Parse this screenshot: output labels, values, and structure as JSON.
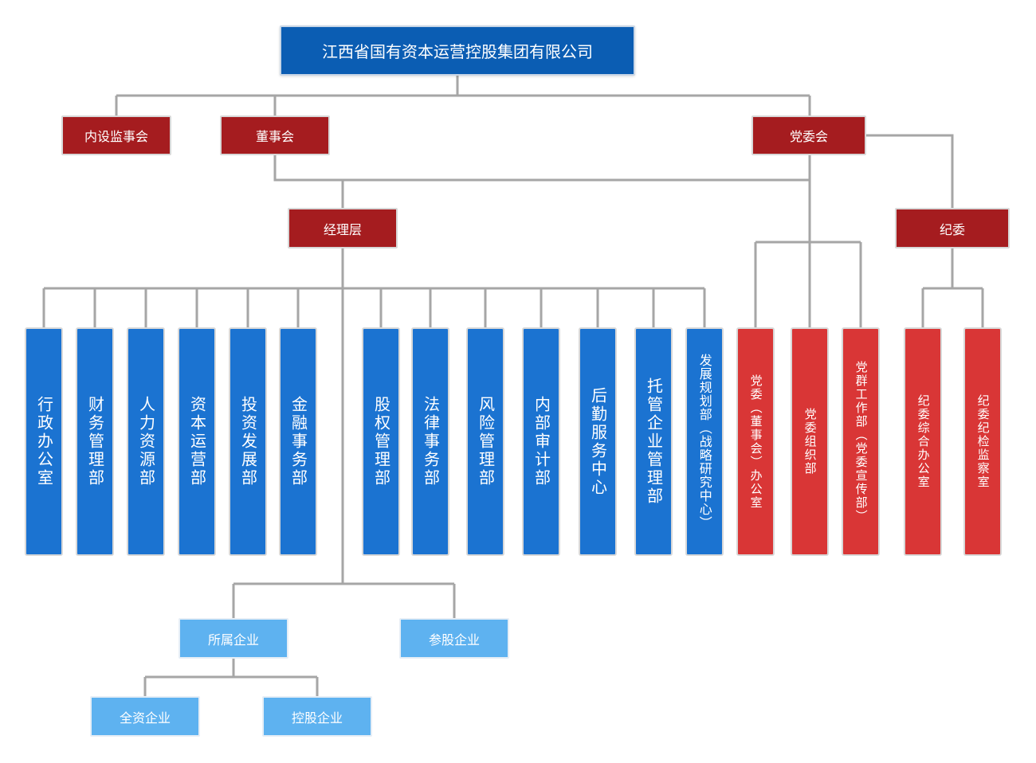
{
  "root": "江西省国有资本运营控股集团有限公司",
  "level2": {
    "supervisory": "内设监事会",
    "board": "董事会",
    "party_committee": "党委会"
  },
  "management": "经理层",
  "discipline": "纪委",
  "departments": [
    "行政办公室",
    "财务管理部",
    "人力资源部",
    "资本运营部",
    "投资发展部",
    "金融事务部",
    "股权管理部",
    "法律事务部",
    "风险管理部",
    "内部审计部",
    "后勤服务中心",
    "托管企业管理部",
    "发展规划部（战略研究中心）"
  ],
  "party_departments": [
    "党委（董事会）办公室",
    "党委组织部",
    "党群工作部（党委宣传部）"
  ],
  "discipline_departments": [
    "纪委综合办公室",
    "纪委纪检监察室"
  ],
  "enterprises": {
    "subsidiary": "所属企业",
    "shareholding": "参股企业",
    "wholly_owned": "全资企业",
    "holding": "控股企业"
  },
  "colors": {
    "root": "#0b5db3",
    "leadership": "#a51c1f",
    "department": "#1b73d1",
    "party_department": "#d93636",
    "enterprise": "#5eb2f0",
    "connector": "#a6a6a6"
  }
}
